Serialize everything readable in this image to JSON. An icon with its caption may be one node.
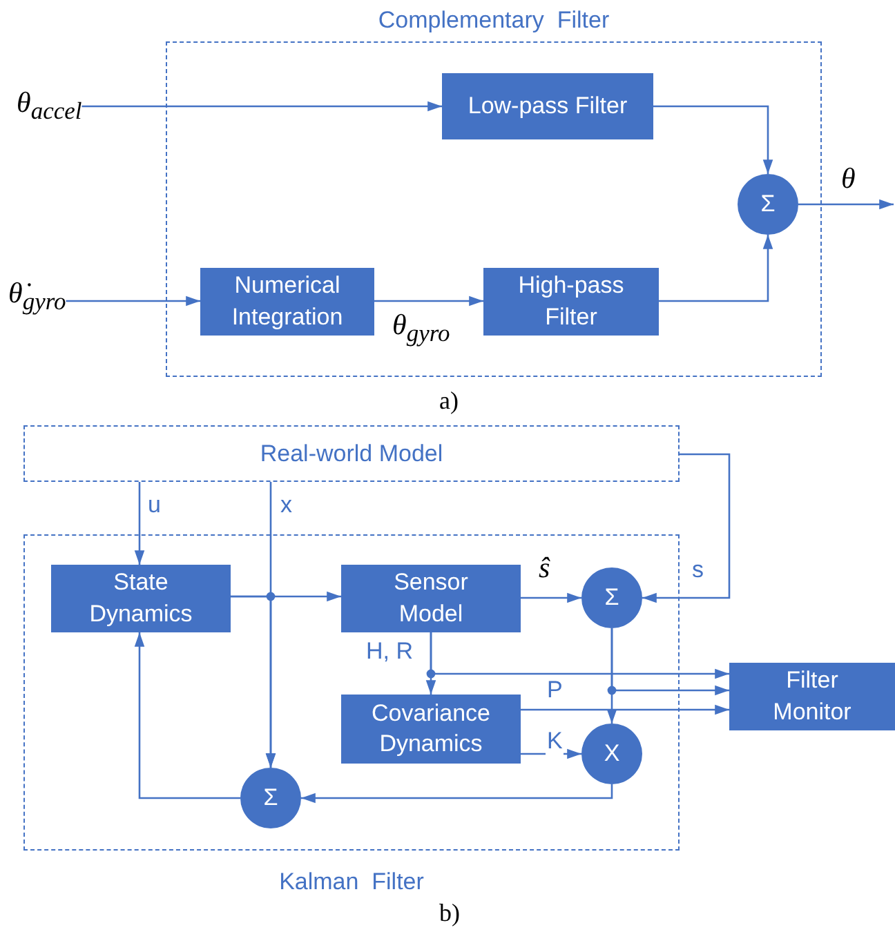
{
  "diagram": {
    "nodes": [
      {
        "text": [
          "Complementary  Filter"
        ]
      },
      {
        "text": [
          "θ$_{accel}$"
        ]
      },
      {
        "text": [
          "θ̇$_{gyro}$"
        ]
      },
      {
        "text": [
          "Low-pass Filter"
        ],
        "in": 0
      },
      {
        "text": [
          "Numerical Integration"
        ],
        "in": 0
      },
      {
        "text": [
          "High-pass Filter"
        ],
        "in": 0
      },
      {
        "text": [
          "Σ"
        ],
        "in": 0
      },
      {
        "text": [
          "Real-world Model"
        ]
      },
      {
        "text": [
          "Kalman  Filter"
        ]
      },
      {
        "text": [
          "State Dynamics"
        ],
        "in": 8
      },
      {
        "text": [
          "Sensor Model"
        ],
        "in": 8
      },
      {
        "text": [
          "Σ"
        ],
        "in": 8
      },
      {
        "text": [
          "Covariance Dynamics"
        ],
        "in": 8
      },
      {
        "text": [
          "X"
        ],
        "in": 8
      },
      {
        "text": [
          "Σ"
        ],
        "in": 8
      },
      {
        "text": [
          "Filter Monitor"
        ]
      }
    ],
    "edges": [
      {
        "from": 1,
        "to": 3,
        "arrow": "to"
      },
      {
        "from": 2,
        "to": 4,
        "arrow": "to"
      },
      {
        "from": 4,
        "to": 5,
        "arrow": "to",
        "label": "θ$_{gyro}$"
      },
      {
        "from": 3,
        "to": 6,
        "arrow": "to"
      },
      {
        "from": 5,
        "to": 6,
        "arrow": "to"
      },
      {
        "from": 6,
        "to": null,
        "arrow": "to",
        "label": "θ"
      },
      {
        "from": 7,
        "to": 9,
        "arrow": "to",
        "label": "u"
      },
      {
        "from": 7,
        "to": 14,
        "arrow": "to",
        "label": "x"
      },
      {
        "from": 9,
        "to": 10,
        "arrow": "to"
      },
      {
        "from": 9,
        "to": 14,
        "arrow": "to"
      },
      {
        "from": 10,
        "to": 11,
        "arrow": "to",
        "label": "ŝ"
      },
      {
        "from": 7,
        "to": 11,
        "arrow": "to",
        "label": "s"
      },
      {
        "from": 10,
        "to": 12,
        "arrow": "to",
        "label": "H, R"
      },
      {
        "from": 10,
        "to": 15,
        "arrow": "to"
      },
      {
        "from": 11,
        "to": 13,
        "arrow": "to"
      },
      {
        "from": 11,
        "to": 15,
        "arrow": "to"
      },
      {
        "from": 12,
        "to": 15,
        "arrow": "to",
        "label": "P"
      },
      {
        "from": 12,
        "to": 13,
        "arrow": "to",
        "label": "K"
      },
      {
        "from": 13,
        "to": 14,
        "arrow": "to"
      },
      {
        "from": 14,
        "to": 9,
        "arrow": "to"
      }
    ],
    "labels": [
      "a)",
      "b)"
    ]
  }
}
